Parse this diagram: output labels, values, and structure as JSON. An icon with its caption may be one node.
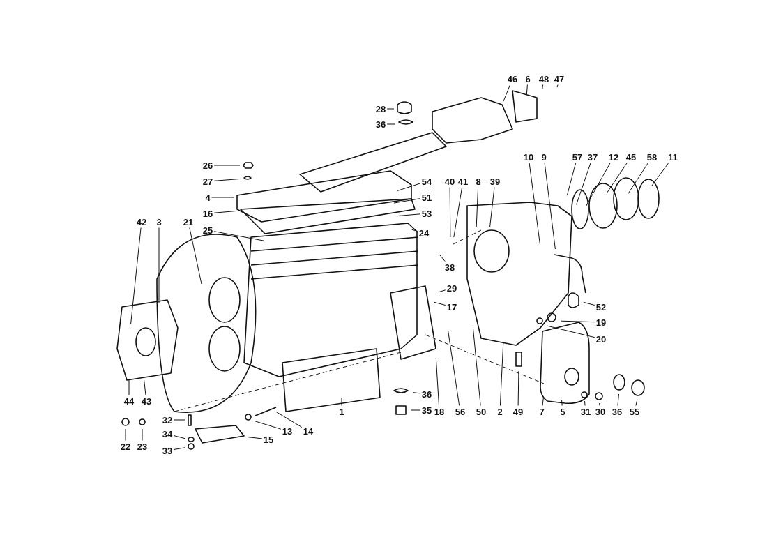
{
  "diagram": {
    "nodes": [
      {
        "text": [
          "46"
        ]
      },
      {
        "text": [
          "6"
        ]
      },
      {
        "text": [
          "48"
        ]
      },
      {
        "text": [
          "47"
        ]
      },
      {
        "text": [
          "28"
        ]
      },
      {
        "text": [
          "36"
        ]
      },
      {
        "text": [
          "26"
        ]
      },
      {
        "text": [
          "27"
        ]
      },
      {
        "text": [
          "4"
        ]
      },
      {
        "text": [
          "16"
        ]
      },
      {
        "text": [
          "54"
        ]
      },
      {
        "text": [
          "51"
        ]
      },
      {
        "text": [
          "53"
        ]
      },
      {
        "text": [
          "40"
        ]
      },
      {
        "text": [
          "41"
        ]
      },
      {
        "text": [
          "8"
        ]
      },
      {
        "text": [
          "39"
        ]
      },
      {
        "text": [
          "10"
        ]
      },
      {
        "text": [
          "9"
        ]
      },
      {
        "text": [
          "57"
        ]
      },
      {
        "text": [
          "37"
        ]
      },
      {
        "text": [
          "12"
        ]
      },
      {
        "text": [
          "45"
        ]
      },
      {
        "text": [
          "58"
        ]
      },
      {
        "text": [
          "11"
        ]
      },
      {
        "text": [
          "42"
        ]
      },
      {
        "text": [
          "3"
        ]
      },
      {
        "text": [
          "21"
        ]
      },
      {
        "text": [
          "25"
        ]
      },
      {
        "text": [
          "24"
        ]
      },
      {
        "text": [
          "38"
        ]
      },
      {
        "text": [
          "29"
        ]
      },
      {
        "text": [
          "17"
        ]
      },
      {
        "text": [
          "52"
        ]
      },
      {
        "text": [
          "19"
        ]
      },
      {
        "text": [
          "20"
        ]
      },
      {
        "text": [
          "44"
        ]
      },
      {
        "text": [
          "43"
        ]
      },
      {
        "text": [
          "36"
        ]
      },
      {
        "text": [
          "35"
        ]
      },
      {
        "text": [
          "1"
        ]
      },
      {
        "text": [
          "18"
        ]
      },
      {
        "text": [
          "56"
        ]
      },
      {
        "text": [
          "50"
        ]
      },
      {
        "text": [
          "2"
        ]
      },
      {
        "text": [
          "49"
        ]
      },
      {
        "text": [
          "7"
        ]
      },
      {
        "text": [
          "5"
        ]
      },
      {
        "text": [
          "31"
        ]
      },
      {
        "text": [
          "30"
        ]
      },
      {
        "text": [
          "36"
        ]
      },
      {
        "text": [
          "55"
        ]
      },
      {
        "text": [
          "32"
        ]
      },
      {
        "text": [
          "14"
        ]
      },
      {
        "text": [
          "13"
        ]
      },
      {
        "text": [
          "15"
        ]
      },
      {
        "text": [
          "34"
        ]
      },
      {
        "text": [
          "33"
        ]
      },
      {
        "text": [
          "22"
        ]
      },
      {
        "text": [
          "23"
        ]
      }
    ],
    "edges": [
      {
        "from": 0,
        "to": null,
        "arrow": "none"
      },
      {
        "from": 1,
        "to": null,
        "arrow": "none"
      },
      {
        "from": 2,
        "to": null,
        "arrow": "none"
      },
      {
        "from": 3,
        "to": null,
        "arrow": "none"
      },
      {
        "from": 4,
        "to": null,
        "arrow": "none"
      },
      {
        "from": 5,
        "to": null,
        "arrow": "none"
      },
      {
        "from": 6,
        "to": null,
        "arrow": "none"
      },
      {
        "from": 7,
        "to": null,
        "arrow": "none"
      },
      {
        "from": 8,
        "to": null,
        "arrow": "none"
      },
      {
        "from": 9,
        "to": null,
        "arrow": "none"
      },
      {
        "from": 10,
        "to": null,
        "arrow": "none"
      },
      {
        "from": 11,
        "to": null,
        "arrow": "none"
      },
      {
        "from": 12,
        "to": null,
        "arrow": "none"
      },
      {
        "from": 13,
        "to": null,
        "arrow": "none"
      },
      {
        "from": 14,
        "to": null,
        "arrow": "none"
      },
      {
        "from": 15,
        "to": null,
        "arrow": "none"
      },
      {
        "from": 16,
        "to": null,
        "arrow": "none"
      },
      {
        "from": 17,
        "to": null,
        "arrow": "none"
      },
      {
        "from": 18,
        "to": null,
        "arrow": "none"
      },
      {
        "from": 19,
        "to": null,
        "arrow": "none"
      },
      {
        "from": 20,
        "to": null,
        "arrow": "none"
      },
      {
        "from": 21,
        "to": null,
        "arrow": "none"
      },
      {
        "from": 22,
        "to": null,
        "arrow": "none"
      },
      {
        "from": 23,
        "to": null,
        "arrow": "none"
      },
      {
        "from": 24,
        "to": null,
        "arrow": "none"
      },
      {
        "from": 25,
        "to": null,
        "arrow": "none"
      },
      {
        "from": 26,
        "to": null,
        "arrow": "none"
      },
      {
        "from": 27,
        "to": null,
        "arrow": "none"
      },
      {
        "from": 28,
        "to": null,
        "arrow": "none"
      },
      {
        "from": 29,
        "to": null,
        "arrow": "none"
      },
      {
        "from": 30,
        "to": null,
        "arrow": "none"
      },
      {
        "from": 31,
        "to": null,
        "arrow": "none"
      },
      {
        "from": 32,
        "to": null,
        "arrow": "none"
      },
      {
        "from": 33,
        "to": null,
        "arrow": "none"
      },
      {
        "from": 34,
        "to": null,
        "arrow": "none"
      },
      {
        "from": 35,
        "to": null,
        "arrow": "none"
      },
      {
        "from": 36,
        "to": null,
        "arrow": "none"
      },
      {
        "from": 37,
        "to": null,
        "arrow": "none"
      },
      {
        "from": 38,
        "to": null,
        "arrow": "none"
      },
      {
        "from": 39,
        "to": null,
        "arrow": "none"
      },
      {
        "from": 40,
        "to": null,
        "arrow": "none"
      },
      {
        "from": 41,
        "to": null,
        "arrow": "none"
      },
      {
        "from": 42,
        "to": null,
        "arrow": "none"
      },
      {
        "from": 43,
        "to": null,
        "arrow": "none"
      },
      {
        "from": 44,
        "to": null,
        "arrow": "none"
      },
      {
        "from": 45,
        "to": null,
        "arrow": "none"
      },
      {
        "from": 46,
        "to": null,
        "arrow": "none"
      },
      {
        "from": 47,
        "to": null,
        "arrow": "none"
      },
      {
        "from": 48,
        "to": null,
        "arrow": "none"
      },
      {
        "from": 49,
        "to": null,
        "arrow": "none"
      },
      {
        "from": 50,
        "to": null,
        "arrow": "none"
      },
      {
        "from": 51,
        "to": null,
        "arrow": "none"
      },
      {
        "from": 52,
        "to": null,
        "arrow": "none"
      },
      {
        "from": 53,
        "to": null,
        "arrow": "none"
      },
      {
        "from": 54,
        "to": null,
        "arrow": "none"
      },
      {
        "from": 55,
        "to": null,
        "arrow": "none"
      },
      {
        "from": 56,
        "to": null,
        "arrow": "none"
      },
      {
        "from": 57,
        "to": null,
        "arrow": "none"
      },
      {
        "from": 58,
        "to": null,
        "arrow": "none"
      },
      {
        "from": 59,
        "to": null,
        "arrow": "none"
      }
    ]
  }
}
